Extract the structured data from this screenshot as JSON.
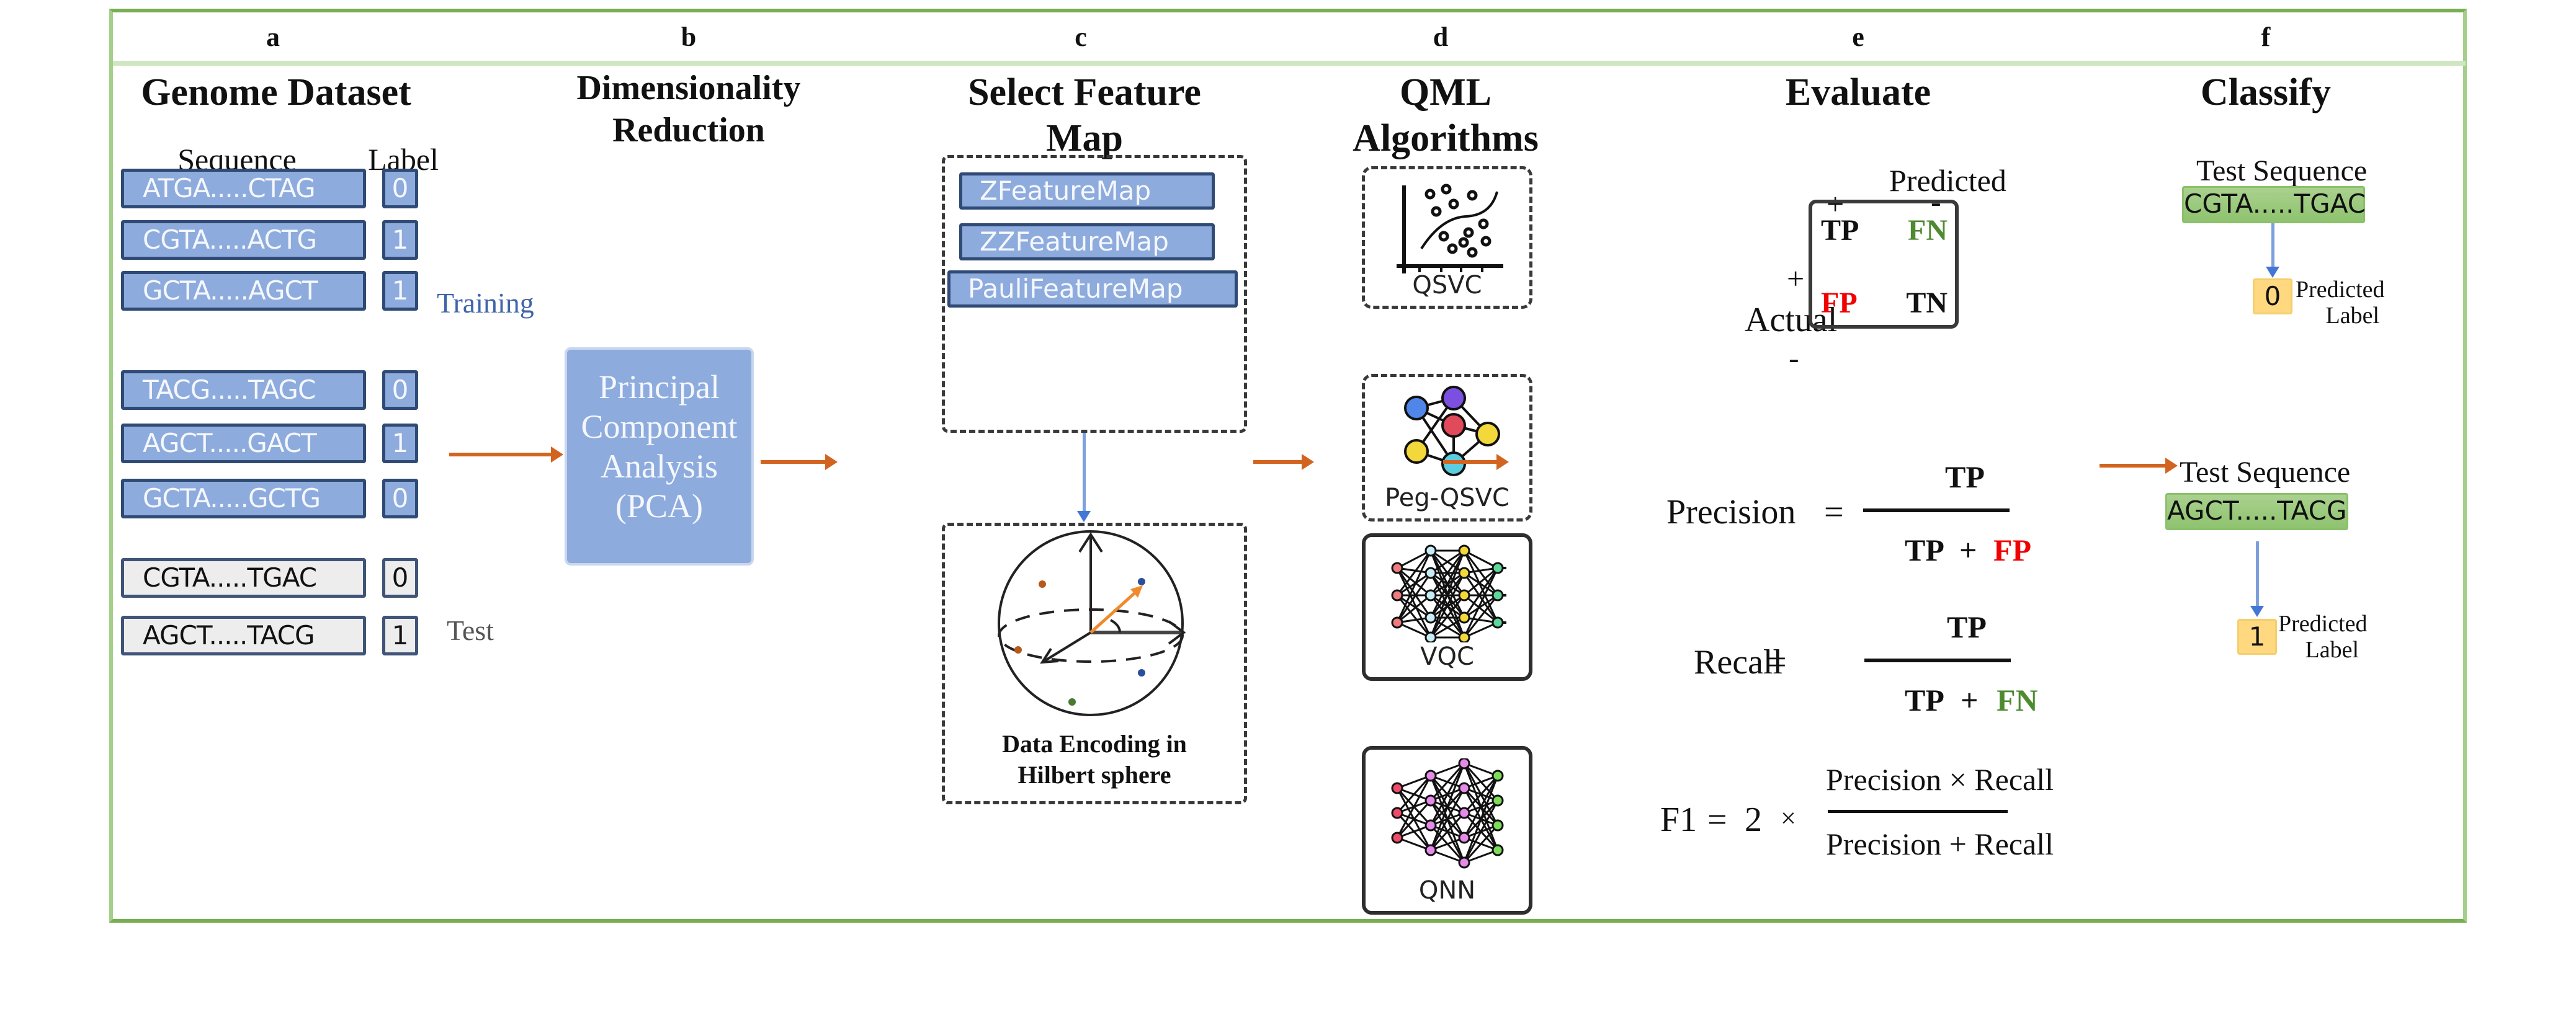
{
  "colors": {
    "frame": "#78ae52",
    "header_divider": "#cfe6c0",
    "box_blue": "#8eabdd",
    "box_border": "#2f4a74",
    "flow_arrow": "#d26420",
    "connector": "#7da0dc",
    "test_seq_green": "#a9d18e",
    "predicted_label": "#ffd880",
    "fp_red": "#f00000",
    "fn_green": "#4e8a30"
  },
  "columns": [
    {
      "letter": "a",
      "title": "Genome Dataset"
    },
    {
      "letter": "b",
      "title_lines": [
        "Dimensionality",
        "Reduction"
      ]
    },
    {
      "letter": "c",
      "title_lines": [
        "Select Feature",
        "Map"
      ]
    },
    {
      "letter": "d",
      "title_lines": [
        "QML",
        "Algorithms"
      ]
    },
    {
      "letter": "e",
      "title": "Evaluate"
    },
    {
      "letter": "f",
      "title": "Classify"
    }
  ],
  "dataset": {
    "sequence_header": "Sequence",
    "label_header": "Label",
    "training_tag": "Training",
    "test_tag": "Test",
    "training": [
      {
        "sequence": "ATGA.....CTAG",
        "label": "0"
      },
      {
        "sequence": "CGTA.....ACTG",
        "label": "1"
      },
      {
        "sequence": "GCTA.....AGCT",
        "label": "1"
      },
      {
        "sequence": "TACG.....TAGC",
        "label": "0"
      },
      {
        "sequence": "AGCT.....GACT",
        "label": "1"
      },
      {
        "sequence": "GCTA.....GCTG",
        "label": "0"
      }
    ],
    "test": [
      {
        "sequence": "CGTA.....TGAC",
        "label": "0"
      },
      {
        "sequence": "AGCT.....TACG",
        "label": "1"
      }
    ]
  },
  "pca": {
    "lines": [
      "Principal",
      "Component",
      "Analysis",
      "(PCA)"
    ]
  },
  "feature_maps": {
    "options": [
      "ZFeatureMap",
      "ZZFeatureMap",
      "PauliFeatureMap"
    ],
    "encoding_caption_lines": [
      "Data Encoding in",
      "Hilbert sphere"
    ]
  },
  "algorithms": [
    {
      "name": "QSVC",
      "icon": "scatter-plot-icon",
      "style": "dashed"
    },
    {
      "name": "Peg-QSVC",
      "icon": "graph-network-icon",
      "style": "dashed"
    },
    {
      "name": "VQC",
      "icon": "neural-network-icon",
      "style": "solid"
    },
    {
      "name": "QNN",
      "icon": "neural-network-icon",
      "style": "solid"
    }
  ],
  "evaluate": {
    "predicted_label": "Predicted",
    "actual_label": "Actual",
    "plus": "+",
    "minus": "-",
    "cells": {
      "tp": "TP",
      "fn": "FN",
      "fp": "FP",
      "tn": "TN"
    },
    "precision": {
      "lhs": "Precision",
      "eq": "=",
      "num": "TP",
      "den_a": "TP",
      "op": "+",
      "den_b": "FP"
    },
    "recall": {
      "lhs": "Recall",
      "eq": "=",
      "num": "TP",
      "den_a": "TP",
      "op": "+",
      "den_b": "FN"
    },
    "f1": {
      "lhs": "F1",
      "eq": "=",
      "factor": "2",
      "times": "×",
      "num": "Precision × Recall",
      "den": "Precision + Recall"
    }
  },
  "classify": {
    "items": [
      {
        "caption": "Test Sequence",
        "sequence": "CGTA.....TGAC",
        "predicted": "0",
        "predicted_caption_lines": [
          "Predicted",
          "Label"
        ]
      },
      {
        "caption": "Test Sequence",
        "sequence": "AGCT.....TACG",
        "predicted": "1",
        "predicted_caption_lines": [
          "Predicted",
          "Label"
        ]
      }
    ]
  }
}
